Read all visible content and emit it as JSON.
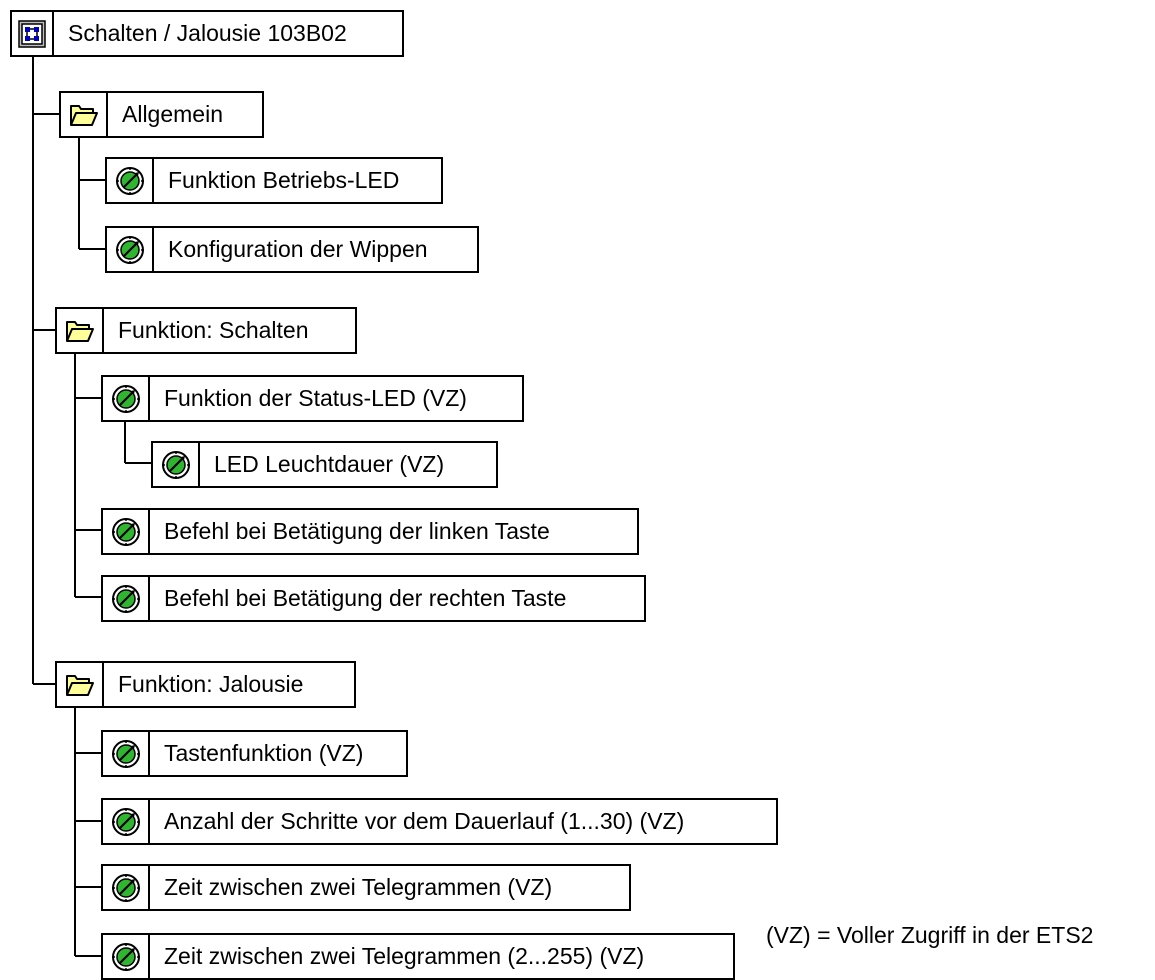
{
  "tree": {
    "root": {
      "label": "Schalten / Jalousie 103B02",
      "icon": "device-icon"
    },
    "groups": [
      {
        "label": "Allgemein",
        "icon": "folder-open-icon",
        "items": [
          {
            "label": "Funktion Betriebs-LED",
            "icon": "parameter-icon"
          },
          {
            "label": "Konfiguration der Wippen",
            "icon": "parameter-icon"
          }
        ]
      },
      {
        "label": "Funktion: Schalten",
        "icon": "folder-open-icon",
        "items": [
          {
            "label": "Funktion der Status-LED (VZ)",
            "icon": "parameter-icon",
            "children": [
              {
                "label": "LED Leuchtdauer (VZ)",
                "icon": "parameter-icon"
              }
            ]
          },
          {
            "label": "Befehl bei Betätigung der linken Taste",
            "icon": "parameter-icon"
          },
          {
            "label": "Befehl bei Betätigung der rechten Taste",
            "icon": "parameter-icon"
          }
        ]
      },
      {
        "label": "Funktion: Jalousie",
        "icon": "folder-open-icon",
        "items": [
          {
            "label": "Tastenfunktion (VZ)",
            "icon": "parameter-icon"
          },
          {
            "label": "Anzahl der Schritte vor dem Dauerlauf (1...30) (VZ)",
            "icon": "parameter-icon"
          },
          {
            "label": "Zeit zwischen zwei Telegrammen (VZ)",
            "icon": "parameter-icon"
          },
          {
            "label": "Zeit zwischen zwei Telegrammen (2...255) (VZ)",
            "icon": "parameter-icon"
          }
        ]
      }
    ]
  },
  "legend": "(VZ) = Voller Zugriff in der ETS2",
  "colors": {
    "folder": "#ffff99",
    "param_green": "#2fb52f",
    "device_gray": "#c0c0c0",
    "device_blue": "#0000c0"
  }
}
